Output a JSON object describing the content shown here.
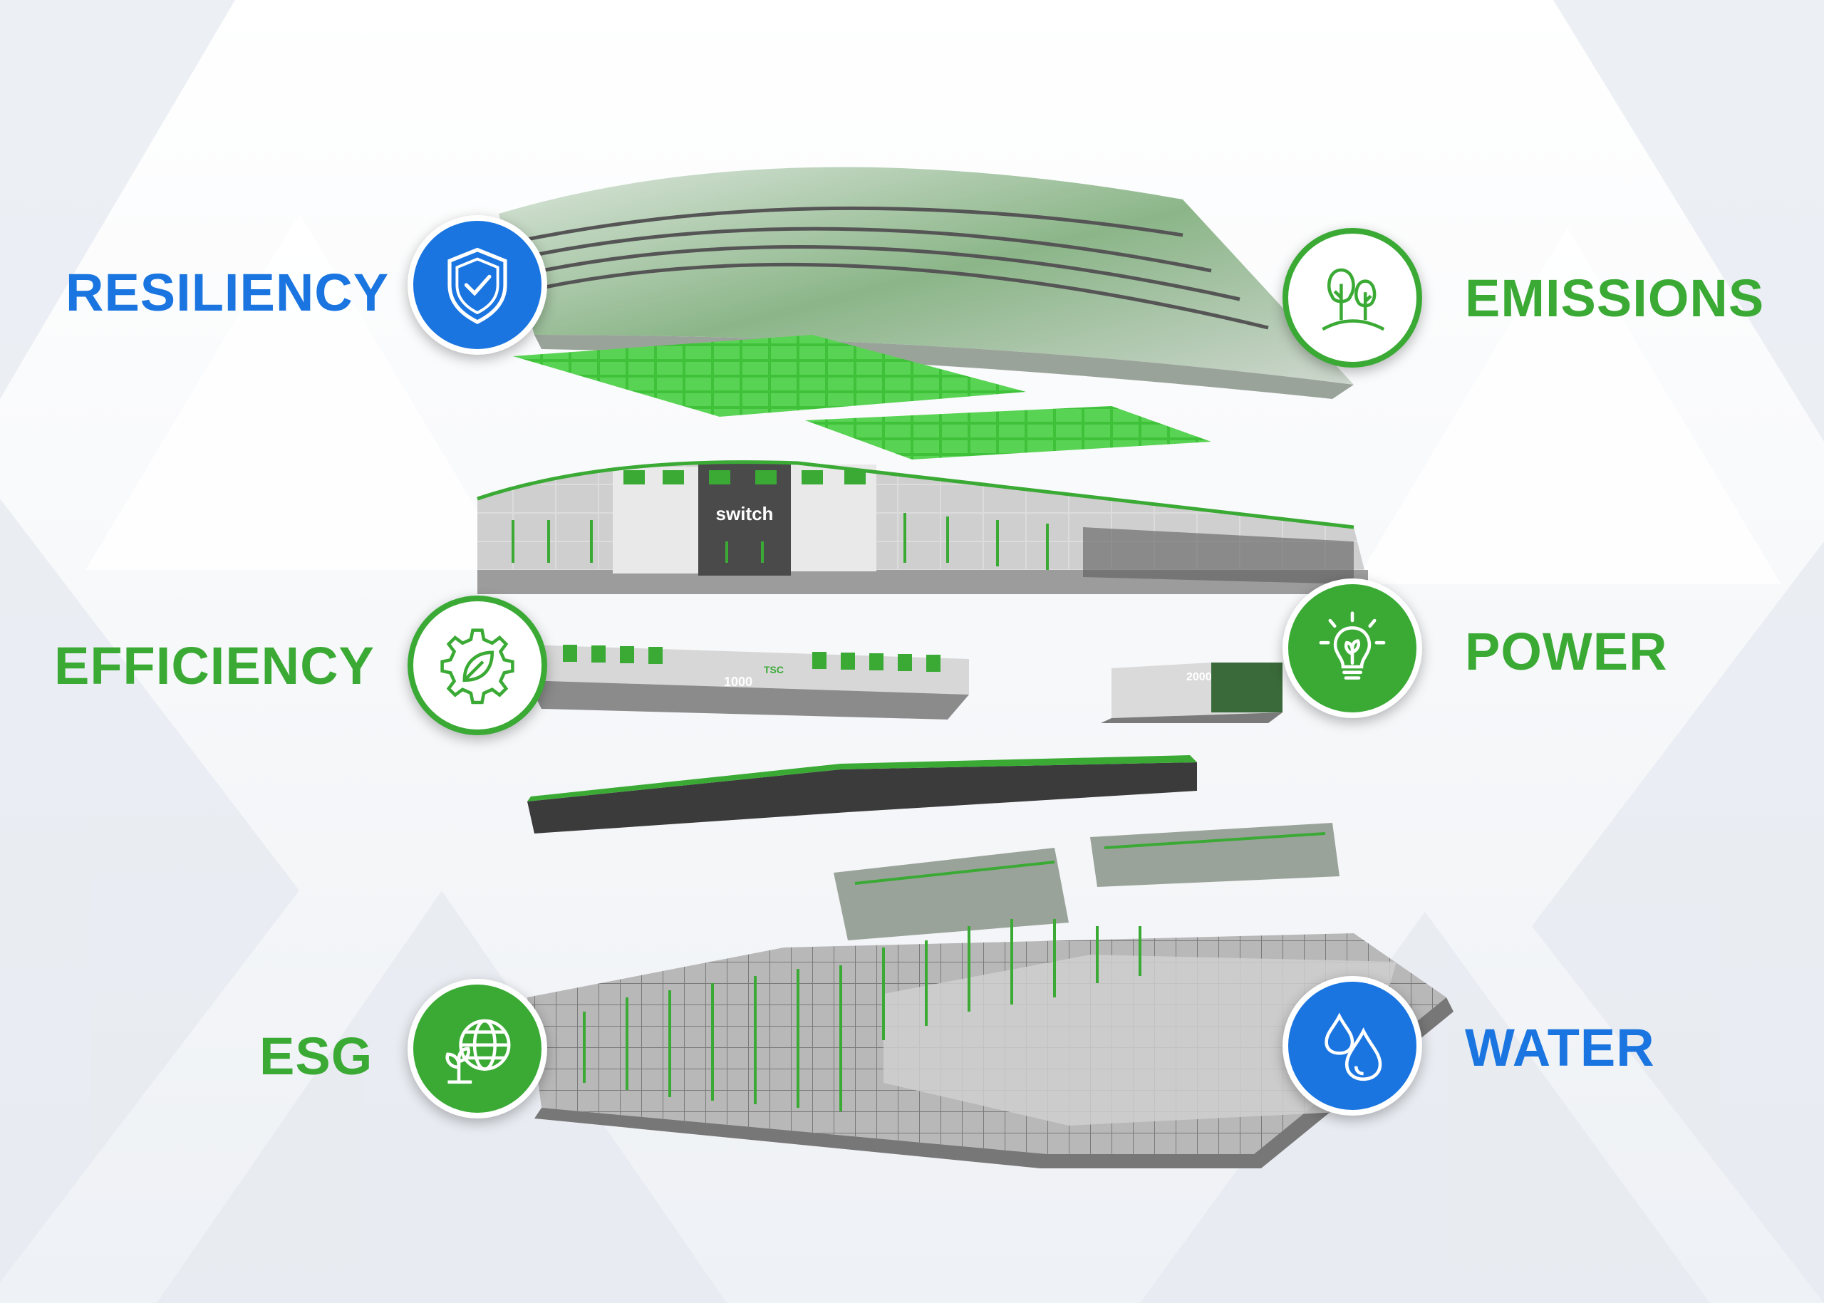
{
  "colors": {
    "blue": "#1a75e0",
    "green": "#3aaa35",
    "white": "#ffffff"
  },
  "pillars": [
    {
      "label": "RESILIENCY",
      "icon": "shield-check-icon",
      "theme": "blue",
      "style": "filled"
    },
    {
      "label": "EMISSIONS",
      "icon": "trees-icon",
      "theme": "green",
      "style": "outline"
    },
    {
      "label": "EFFICIENCY",
      "icon": "gear-leaf-icon",
      "theme": "green",
      "style": "outline"
    },
    {
      "label": "POWER",
      "icon": "lightbulb-icon",
      "theme": "green",
      "style": "filled"
    },
    {
      "label": "ESG",
      "icon": "globe-plant-icon",
      "theme": "green",
      "style": "filled"
    },
    {
      "label": "WATER",
      "icon": "water-drops-icon",
      "theme": "blue",
      "style": "filled"
    }
  ],
  "facility": {
    "brand": "switch",
    "unit_left_number": "1000",
    "unit_left_code": "TSC",
    "unit_right_number": "2000"
  }
}
